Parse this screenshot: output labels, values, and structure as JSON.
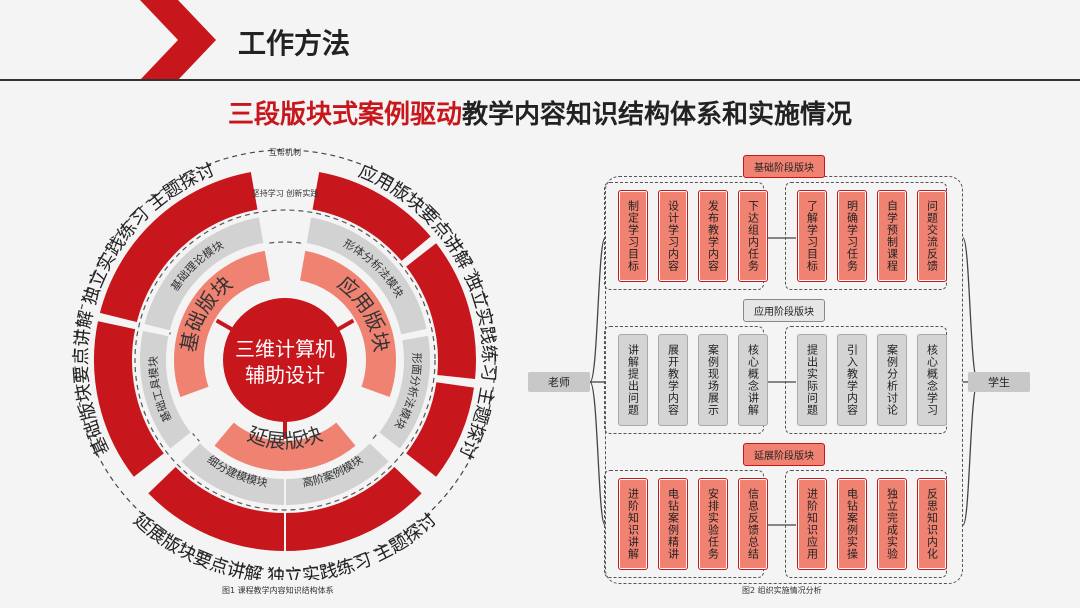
{
  "header": {
    "title": "工作方法"
  },
  "subtitle": {
    "highlight": "三段版块式案例驱动",
    "rest": "教学内容知识结构体系和实施情况"
  },
  "colors": {
    "accent": "#c8161d",
    "salmon": "#f08272",
    "gray": "#d2d2d2"
  },
  "figure1": {
    "caption": "图1 课程教学内容知识结构体系",
    "center": [
      "三维计算机",
      "辅助设计"
    ],
    "blocks": [
      "基础版块",
      "应用版块",
      "延展版块"
    ],
    "modules": [
      "基础工具模块",
      "基础理论模块",
      "形体分析法模块",
      "形面分析法模块",
      "高阶案例模块",
      "细分建模模块"
    ],
    "outer_texts": [
      "基础版块要点讲解 独立实践练习 主题探讨",
      "应用版块要点讲解 独立实践练习 主题探讨",
      "延展版块要点讲解 独立实践练习 主题探讨"
    ],
    "small_labels": {
      "top": "互帮机制",
      "inner_top": "坚持学习 创新实践"
    }
  },
  "figure2": {
    "caption": "图2 组织实施情况分析",
    "teacher": "老师",
    "student": "学生",
    "groups": [
      {
        "title": "基础阶段版块",
        "style": "red",
        "left": [
          "制定学习目标",
          "设计学习内容",
          "发布教学内容",
          "下达组内任务"
        ],
        "right": [
          "了解学习目标",
          "明确学习任务",
          "自学预制课程",
          "问题交流反馈"
        ]
      },
      {
        "title": "应用阶段版块",
        "style": "gray",
        "left": [
          "讲解提出问题",
          "展开教学内容",
          "案例现场展示",
          "核心概念讲解"
        ],
        "right": [
          "提出实际问题",
          "引入教学内容",
          "案例分析讨论",
          "核心概念学习"
        ]
      },
      {
        "title": "延展阶段版块",
        "style": "red",
        "left": [
          "进阶知识讲解",
          "电钻案例精讲",
          "安排实验任务",
          "信息反馈总结"
        ],
        "right": [
          "进阶知识应用",
          "电钻案例实操",
          "独立完成实验",
          "反思知识内化"
        ]
      }
    ]
  }
}
